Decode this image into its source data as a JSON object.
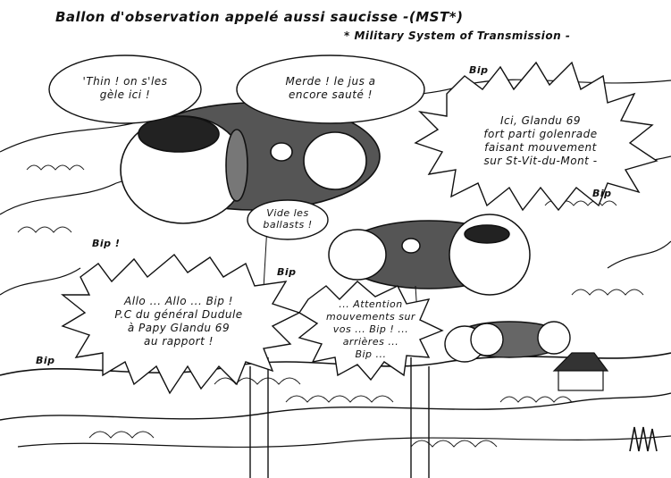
{
  "title": "Ballon d'observation appelé aussi saucisse -(MST*)",
  "footnote": "* Military System of Transmission -",
  "bubble_left": [
    "'Thin ! on s'les",
    "gèle ici !"
  ],
  "bubble_right": [
    "Merde ! le jus a",
    "encore sauté !"
  ],
  "bubble_radio_top": [
    "Ici, Glandu 69",
    "fort parti golenrade",
    "faisant mouvement",
    "sur St-Vit-du-Mont -"
  ],
  "bubble_ballasts": [
    "Vide les",
    "ballasts !"
  ],
  "bubble_pc": [
    "Allo ... Allo ... Bip !",
    "P.C du général Dudule",
    "à Papy Glandu 69",
    "au rapport !"
  ],
  "bubble_attention": [
    "... Attention",
    "mouvements sur",
    "vos ... Bip ! ...",
    "arrières ...",
    "Bip ..."
  ],
  "bips": {
    "top_right": "Bip",
    "mid_right": "Bip",
    "left": "Bip !",
    "center": "Bip",
    "bottom_left": "Bip"
  },
  "colors": {
    "ink": "#111111",
    "paper": "#ffffff",
    "shade": "#3a3a3a"
  }
}
